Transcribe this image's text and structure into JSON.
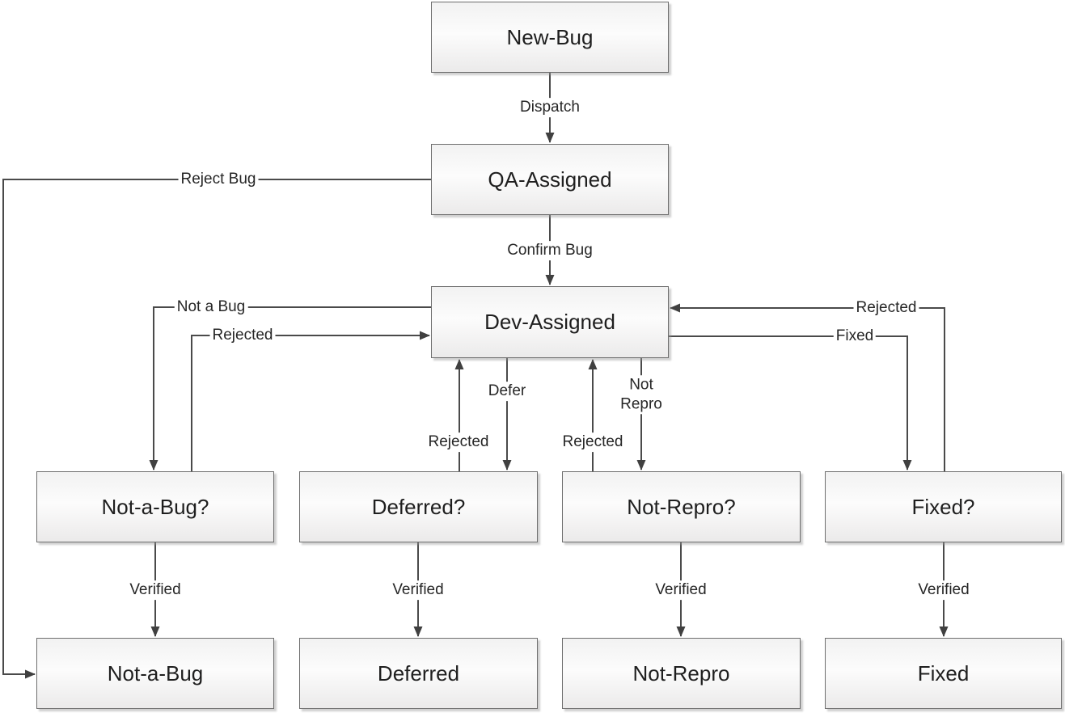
{
  "diagram_type": "flowchart",
  "style": {
    "background": "#ffffff",
    "line_color": "#4a4a4a",
    "arrow_color": "#404040",
    "box_border_color": "#6e6e6e",
    "box_fill_top": "#f2f2f2",
    "box_fill_bottom": "#ebeaea",
    "text_color": "#1f1f1f"
  },
  "nodes": [
    {
      "id": "new-bug",
      "label": "New-Bug"
    },
    {
      "id": "qa-assigned",
      "label": "QA-Assigned"
    },
    {
      "id": "dev-assigned",
      "label": "Dev-Assigned"
    },
    {
      "id": "not-a-bug-q",
      "label": "Not-a-Bug?"
    },
    {
      "id": "deferred-q",
      "label": "Deferred?"
    },
    {
      "id": "not-repro-q",
      "label": "Not-Repro?"
    },
    {
      "id": "fixed-q",
      "label": "Fixed?"
    },
    {
      "id": "not-a-bug",
      "label": "Not-a-Bug"
    },
    {
      "id": "deferred",
      "label": "Deferred"
    },
    {
      "id": "not-repro",
      "label": "Not-Repro"
    },
    {
      "id": "fixed",
      "label": "Fixed"
    }
  ],
  "edges": [
    {
      "from": "new-bug",
      "to": "qa-assigned",
      "label": "Dispatch"
    },
    {
      "from": "qa-assigned",
      "to": "not-a-bug",
      "label": "Reject Bug"
    },
    {
      "from": "qa-assigned",
      "to": "dev-assigned",
      "label": "Confirm Bug"
    },
    {
      "from": "dev-assigned",
      "to": "not-a-bug-q",
      "label": "Not a Bug"
    },
    {
      "from": "not-a-bug-q",
      "to": "dev-assigned",
      "label": "Rejected"
    },
    {
      "from": "dev-assigned",
      "to": "deferred-q",
      "label": "Defer"
    },
    {
      "from": "deferred-q",
      "to": "dev-assigned",
      "label": "Rejected"
    },
    {
      "from": "dev-assigned",
      "to": "not-repro-q",
      "label": "Not Repro",
      "label_line1": "Not",
      "label_line2": "Repro"
    },
    {
      "from": "not-repro-q",
      "to": "dev-assigned",
      "label": "Rejected"
    },
    {
      "from": "dev-assigned",
      "to": "fixed-q",
      "label": "Fixed"
    },
    {
      "from": "fixed-q",
      "to": "dev-assigned",
      "label": "Rejected"
    },
    {
      "from": "not-a-bug-q",
      "to": "not-a-bug",
      "label": "Verified"
    },
    {
      "from": "deferred-q",
      "to": "deferred",
      "label": "Verified"
    },
    {
      "from": "not-repro-q",
      "to": "not-repro",
      "label": "Verified"
    },
    {
      "from": "fixed-q",
      "to": "fixed",
      "label": "Verified"
    }
  ]
}
